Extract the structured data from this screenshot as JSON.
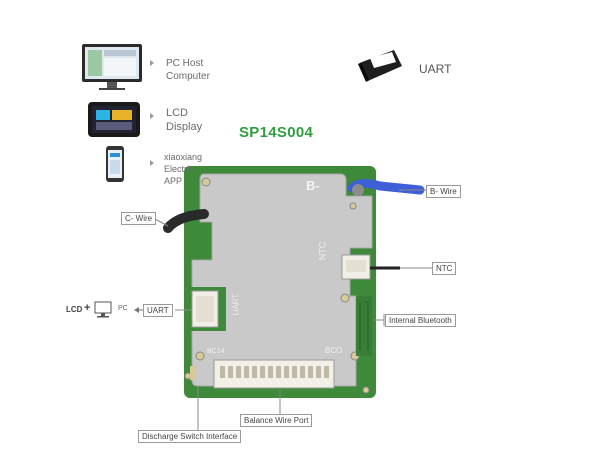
{
  "title": "SP14S004",
  "devices": [
    {
      "name": "pc-host",
      "line1": "PC Host",
      "line2": "Computer"
    },
    {
      "name": "lcd-display",
      "line1": "LCD",
      "line2": "Display"
    },
    {
      "name": "app",
      "line1": "xiaoxiang",
      "line2": "Electric",
      "line3": "APP"
    }
  ],
  "uart_device_label": "UART",
  "callouts": {
    "b_wire": "B- Wire",
    "c_wire": "C- Wire",
    "ntc": "NTC",
    "internal_bluetooth": "Internal Bluetooth",
    "uart": "UART",
    "balance_wire_port": "Balance Wire Port",
    "discharge_switch_interface": "Discharge Switch Interface"
  },
  "lcd_pc_chain": {
    "lcd": "LCD",
    "plus": "+",
    "pc": "PC"
  },
  "board_marks": {
    "b_minus": "B-",
    "ntc": "NTC",
    "uart": "UART",
    "bco": "BCO",
    "bc14": "BC14"
  },
  "colors": {
    "title": "#2f9e3f",
    "board_green": "#3e8a3a",
    "heatsink": "#c8c8c8",
    "wire_blue": "#3f5fd6"
  }
}
